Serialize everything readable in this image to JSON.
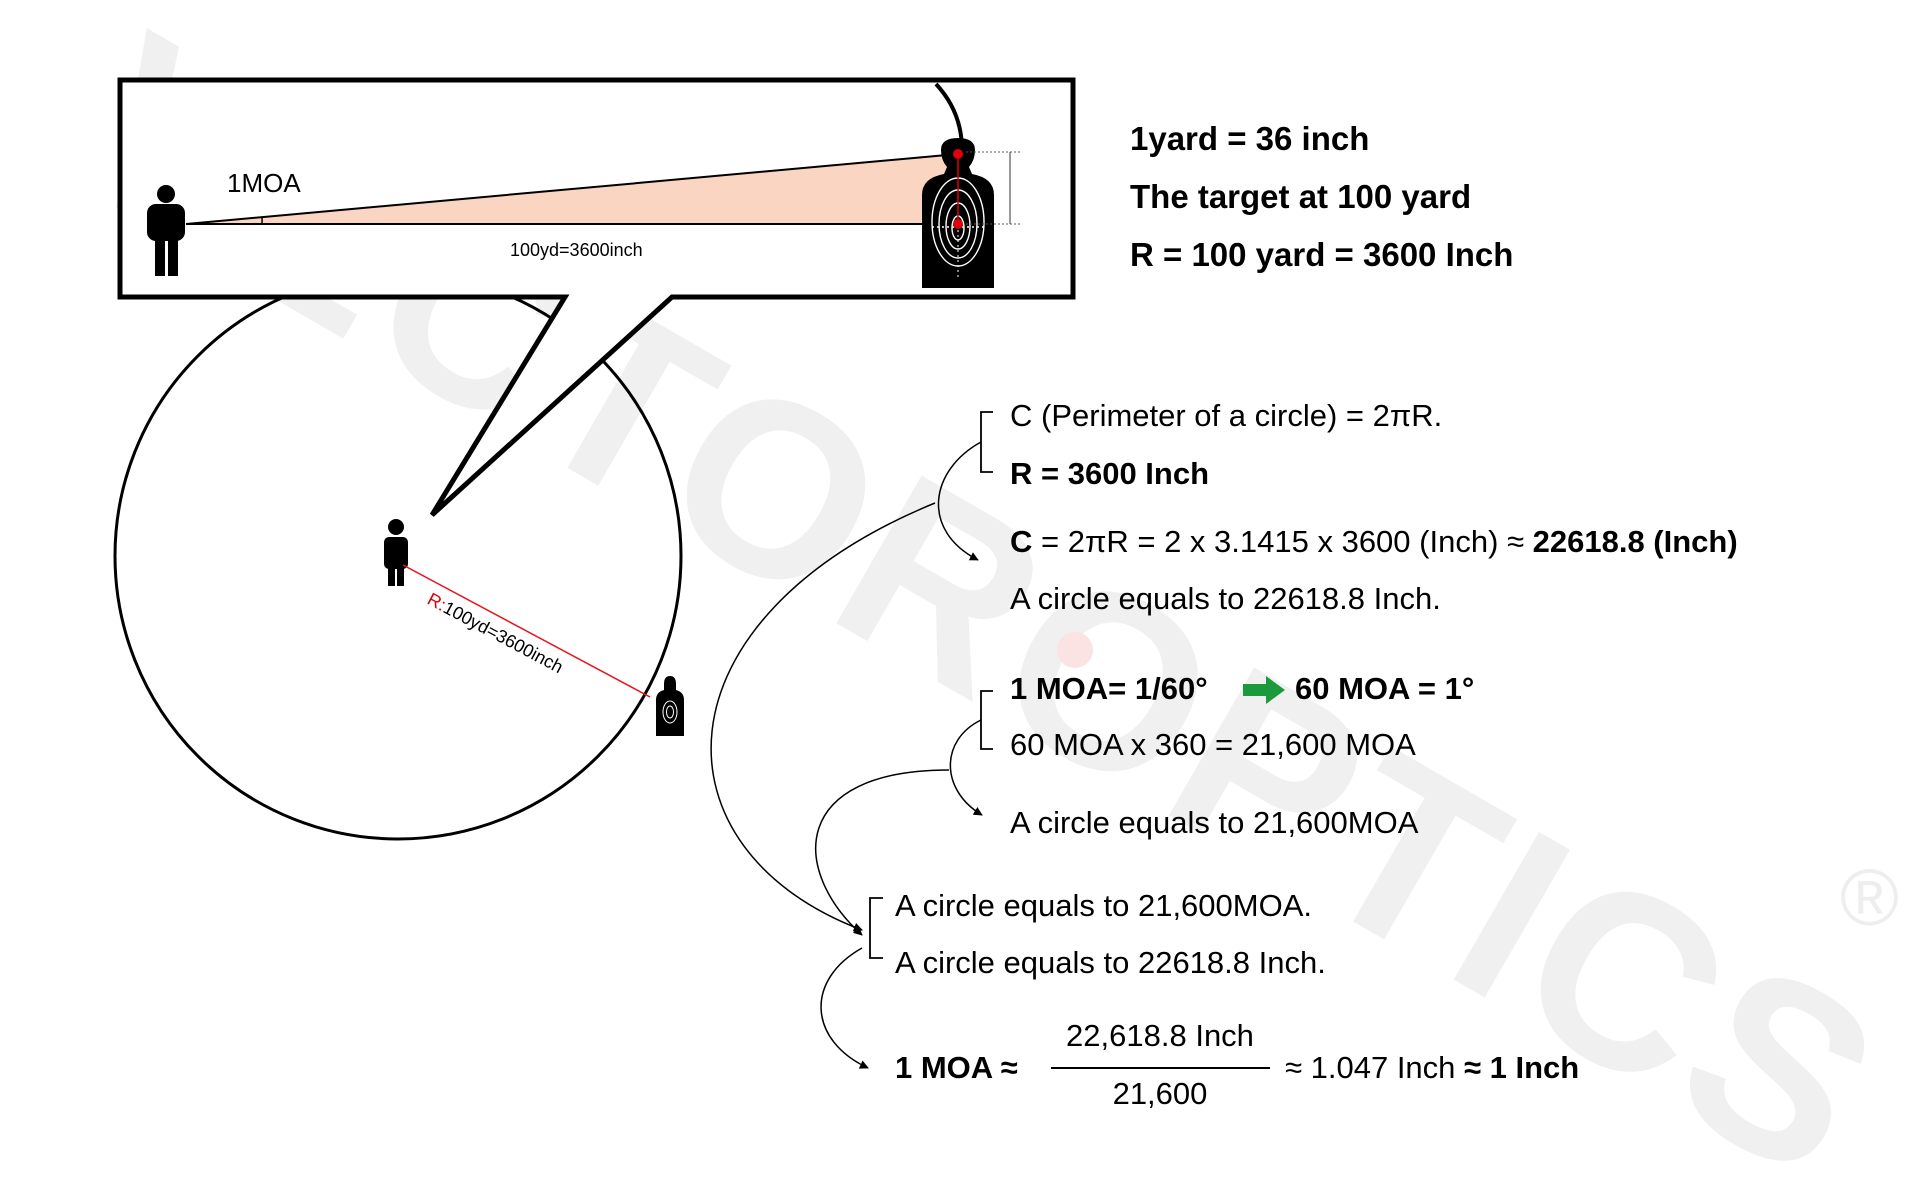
{
  "watermark": {
    "text": "VECTOROPTICS",
    "registered": "®"
  },
  "inset": {
    "angle_label": "1MOA",
    "distance_label": "100yd=3600inch"
  },
  "circle": {
    "radius_prefix": "R:",
    "radius_label": "100yd=3600inch"
  },
  "facts": [
    "1yard = 36 inch",
    "The target at 100 yard",
    "R = 100 yard = 3600 Inch"
  ],
  "derivation": {
    "perimeter_def": "C (Perimeter of a circle) = 2πR.",
    "r_value": "R = 3600 Inch",
    "c_symbol": "C",
    "c_formula": " = 2πR = 2 x 3.1415 x 3600 (Inch) ≈ ",
    "c_result": "22618.8 (Inch)",
    "circle_inch": "A circle equals to 22618.8 Inch.",
    "moa_def_left": "1 MOA= 1/60°",
    "moa_def_right": "60 MOA = 1°",
    "moa_total": " 60 MOA x 360 =  21,600 MOA",
    "circle_moa": "A circle equals to 21,600MOA",
    "combined_moa": "A circle equals to 21,600MOA.",
    "combined_inch": "A circle equals to 22618.8 Inch.",
    "final_lhs": "1 MOA ≈",
    "numerator": "22,618.8 Inch",
    "denominator": "21,600",
    "approx_mid": "≈ 1.047 Inch ",
    "approx_final": "≈ 1 Inch"
  },
  "colors": {
    "ink": "#000000",
    "cone_fill": "#f9d5c2",
    "aim_red": "#e0000a",
    "radius_line": "#e8141c",
    "arrow_green": "#1a9a3a",
    "watermark": "#f0f0f0"
  }
}
